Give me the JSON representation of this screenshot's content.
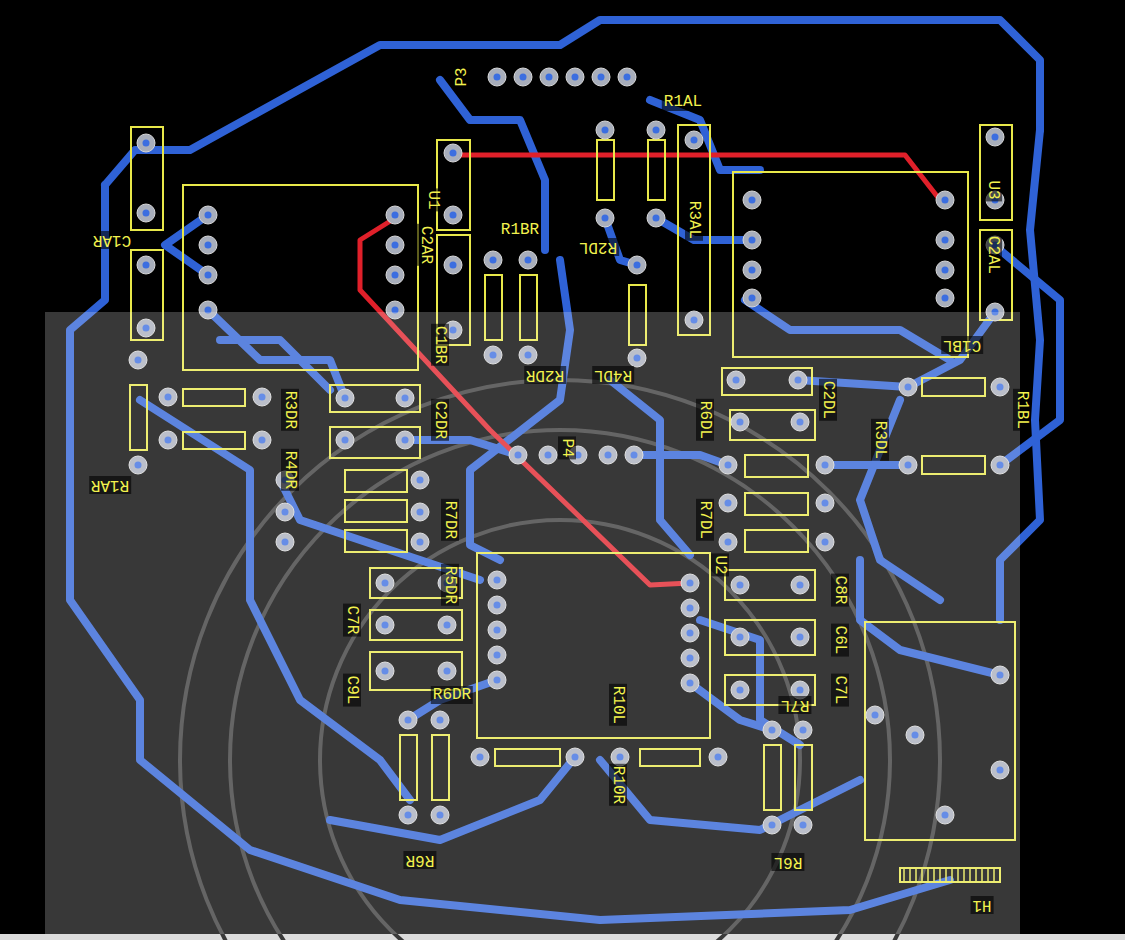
{
  "diagram": {
    "labels": [
      "P3",
      "R1AL",
      "U1",
      "C2AR",
      "R1BR",
      "R2DL",
      "R3AL",
      "U3",
      "C2AL",
      "C1BL",
      "R1BL",
      "R3DL",
      "C2DL",
      "R6DL",
      "R7DL",
      "U2",
      "C8R",
      "C6L",
      "C7L",
      "R7L",
      "R6L",
      "H1",
      "R10L",
      "R10R",
      "R6DR",
      "R6R",
      "C9L",
      "C7R",
      "R7DR",
      "R5DR",
      "C2DR",
      "R3DR",
      "R4DR",
      "R1AR",
      "C1AR",
      "R2DR",
      "C1BR",
      "R4DL",
      "P4"
    ]
  }
}
